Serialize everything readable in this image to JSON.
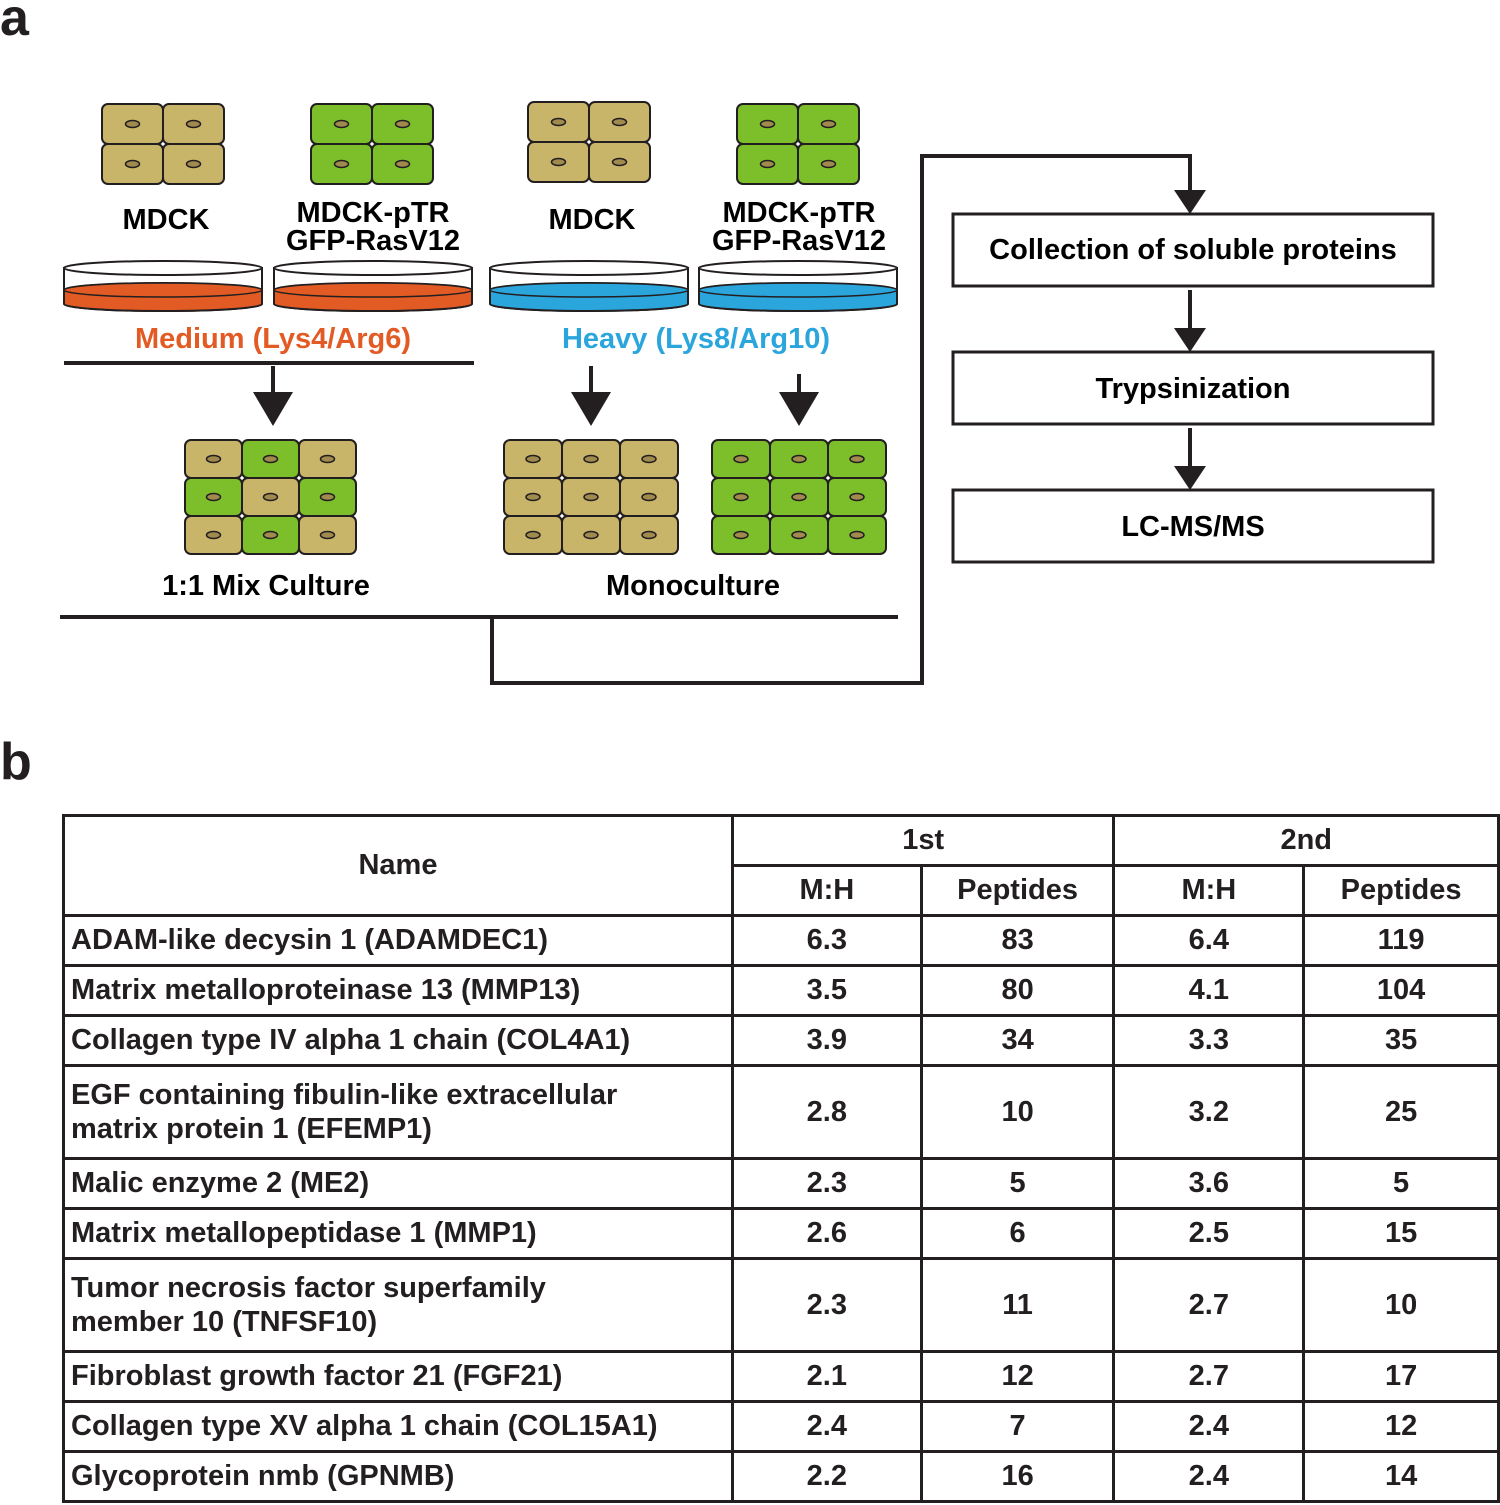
{
  "panel_a": {
    "letter": "a",
    "cell_colors": {
      "wildtype": "#c9b56a",
      "ras": "#7cbf2b",
      "outline": "#231f20",
      "nucleus": "#a08a4e"
    },
    "medium_color": "#e35b24",
    "heavy_color": "#2aa6dc",
    "labels": {
      "mdck_1": "MDCK",
      "mdck_ptr_1_line1": "MDCK-pTR",
      "mdck_ptr_1_line2": "GFP-RasV12",
      "mdck_2": "MDCK",
      "mdck_ptr_2_line1": "MDCK-pTR",
      "mdck_ptr_2_line2": "GFP-RasV12",
      "medium": "Medium (Lys4/Arg6)",
      "heavy": "Heavy (Lys8/Arg10)",
      "mix_culture": "1:1 Mix Culture",
      "monoculture": "Monoculture"
    },
    "workflow": [
      "Collection of soluble proteins",
      "Trypsinization",
      "LC-MS/MS"
    ]
  },
  "panel_b": {
    "letter": "b",
    "headers": {
      "name": "Name",
      "run1": "1st",
      "run2": "2nd",
      "mh1": "M:H",
      "pep1": "Peptides",
      "mh2": "M:H",
      "pep2": "Peptides"
    },
    "rows": [
      {
        "name_lines": [
          "ADAM-like decysin 1 (ADAMDEC1)"
        ],
        "mh1": "6.3",
        "pep1": "83",
        "mh2": "6.4",
        "pep2": "119"
      },
      {
        "name_lines": [
          "Matrix metalloproteinase 13 (MMP13)"
        ],
        "mh1": "3.5",
        "pep1": "80",
        "mh2": "4.1",
        "pep2": "104"
      },
      {
        "name_lines": [
          "Collagen type IV alpha 1 chain (COL4A1)"
        ],
        "mh1": "3.9",
        "pep1": "34",
        "mh2": "3.3",
        "pep2": "35"
      },
      {
        "name_lines": [
          "EGF containing fibulin-like extracellular",
          "matrix protein 1 (EFEMP1)"
        ],
        "mh1": "2.8",
        "pep1": "10",
        "mh2": "3.2",
        "pep2": "25"
      },
      {
        "name_lines": [
          "Malic enzyme 2 (ME2)"
        ],
        "mh1": "2.3",
        "pep1": "5",
        "mh2": "3.6",
        "pep2": "5"
      },
      {
        "name_lines": [
          "Matrix metallopeptidase 1 (MMP1)"
        ],
        "mh1": "2.6",
        "pep1": "6",
        "mh2": "2.5",
        "pep2": "15"
      },
      {
        "name_lines": [
          "Tumor necrosis factor superfamily",
          "member 10 (TNFSF10)"
        ],
        "mh1": "2.3",
        "pep1": "11",
        "mh2": "2.7",
        "pep2": "10"
      },
      {
        "name_lines": [
          "Fibroblast growth factor 21 (FGF21)"
        ],
        "mh1": "2.1",
        "pep1": "12",
        "mh2": "2.7",
        "pep2": "17"
      },
      {
        "name_lines": [
          "Collagen type XV alpha 1 chain (COL15A1)"
        ],
        "mh1": "2.4",
        "pep1": "7",
        "mh2": "2.4",
        "pep2": "12"
      },
      {
        "name_lines": [
          "Glycoprotein nmb (GPNMB)"
        ],
        "mh1": "2.2",
        "pep1": "16",
        "mh2": "2.4",
        "pep2": "14"
      }
    ]
  }
}
